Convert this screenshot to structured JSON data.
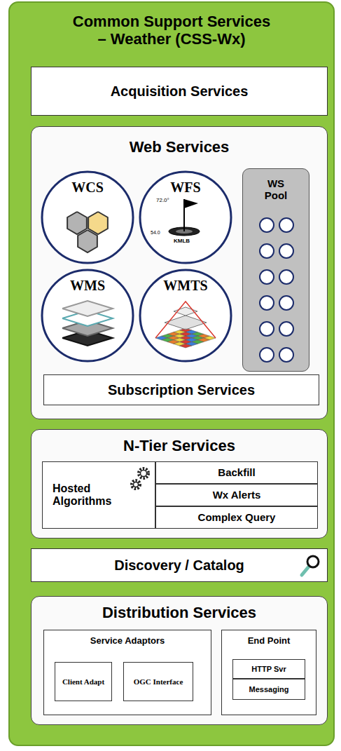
{
  "diagram": {
    "nodes": [
      {
        "text": [
          "Common Support Services – Weather (CSS-Wx)"
        ]
      },
      {
        "text": [
          "Acquisition Services"
        ],
        "in": 0
      },
      {
        "text": [
          "Web Services"
        ],
        "in": 0
      },
      {
        "text": [
          "WCS"
        ],
        "in": 2
      },
      {
        "text": [
          "WFS"
        ],
        "in": 2
      },
      {
        "text": [
          "WMS"
        ],
        "in": 2
      },
      {
        "text": [
          "WMTS"
        ],
        "in": 2
      },
      {
        "text": [
          "WS Pool"
        ],
        "in": 2
      },
      {
        "text": [
          "Subscription Services"
        ],
        "in": 2
      },
      {
        "text": [
          "N-Tier Services"
        ],
        "in": 0
      },
      {
        "text": [
          "Hosted Algorithms"
        ],
        "in": 9
      },
      {
        "text": [
          "Backfill"
        ],
        "in": 9
      },
      {
        "text": [
          "Wx Alerts"
        ],
        "in": 9
      },
      {
        "text": [
          "Complex Query"
        ],
        "in": 9
      },
      {
        "text": [
          "Discovery / Catalog"
        ],
        "in": 0
      },
      {
        "text": [
          "Distribution Services"
        ],
        "in": 0
      },
      {
        "text": [
          "Service Adaptors"
        ],
        "in": 15
      },
      {
        "text": [
          "Client Adapt"
        ],
        "in": 16
      },
      {
        "text": [
          "OGC Interface"
        ],
        "in": 16
      },
      {
        "text": [
          "End Point"
        ],
        "in": 15
      },
      {
        "text": [
          "HTTP Svr"
        ],
        "in": 19
      },
      {
        "text": [
          "Messaging"
        ],
        "in": 19
      }
    ],
    "labels": [
      "72.0°",
      "54.0",
      "KMLB"
    ]
  }
}
